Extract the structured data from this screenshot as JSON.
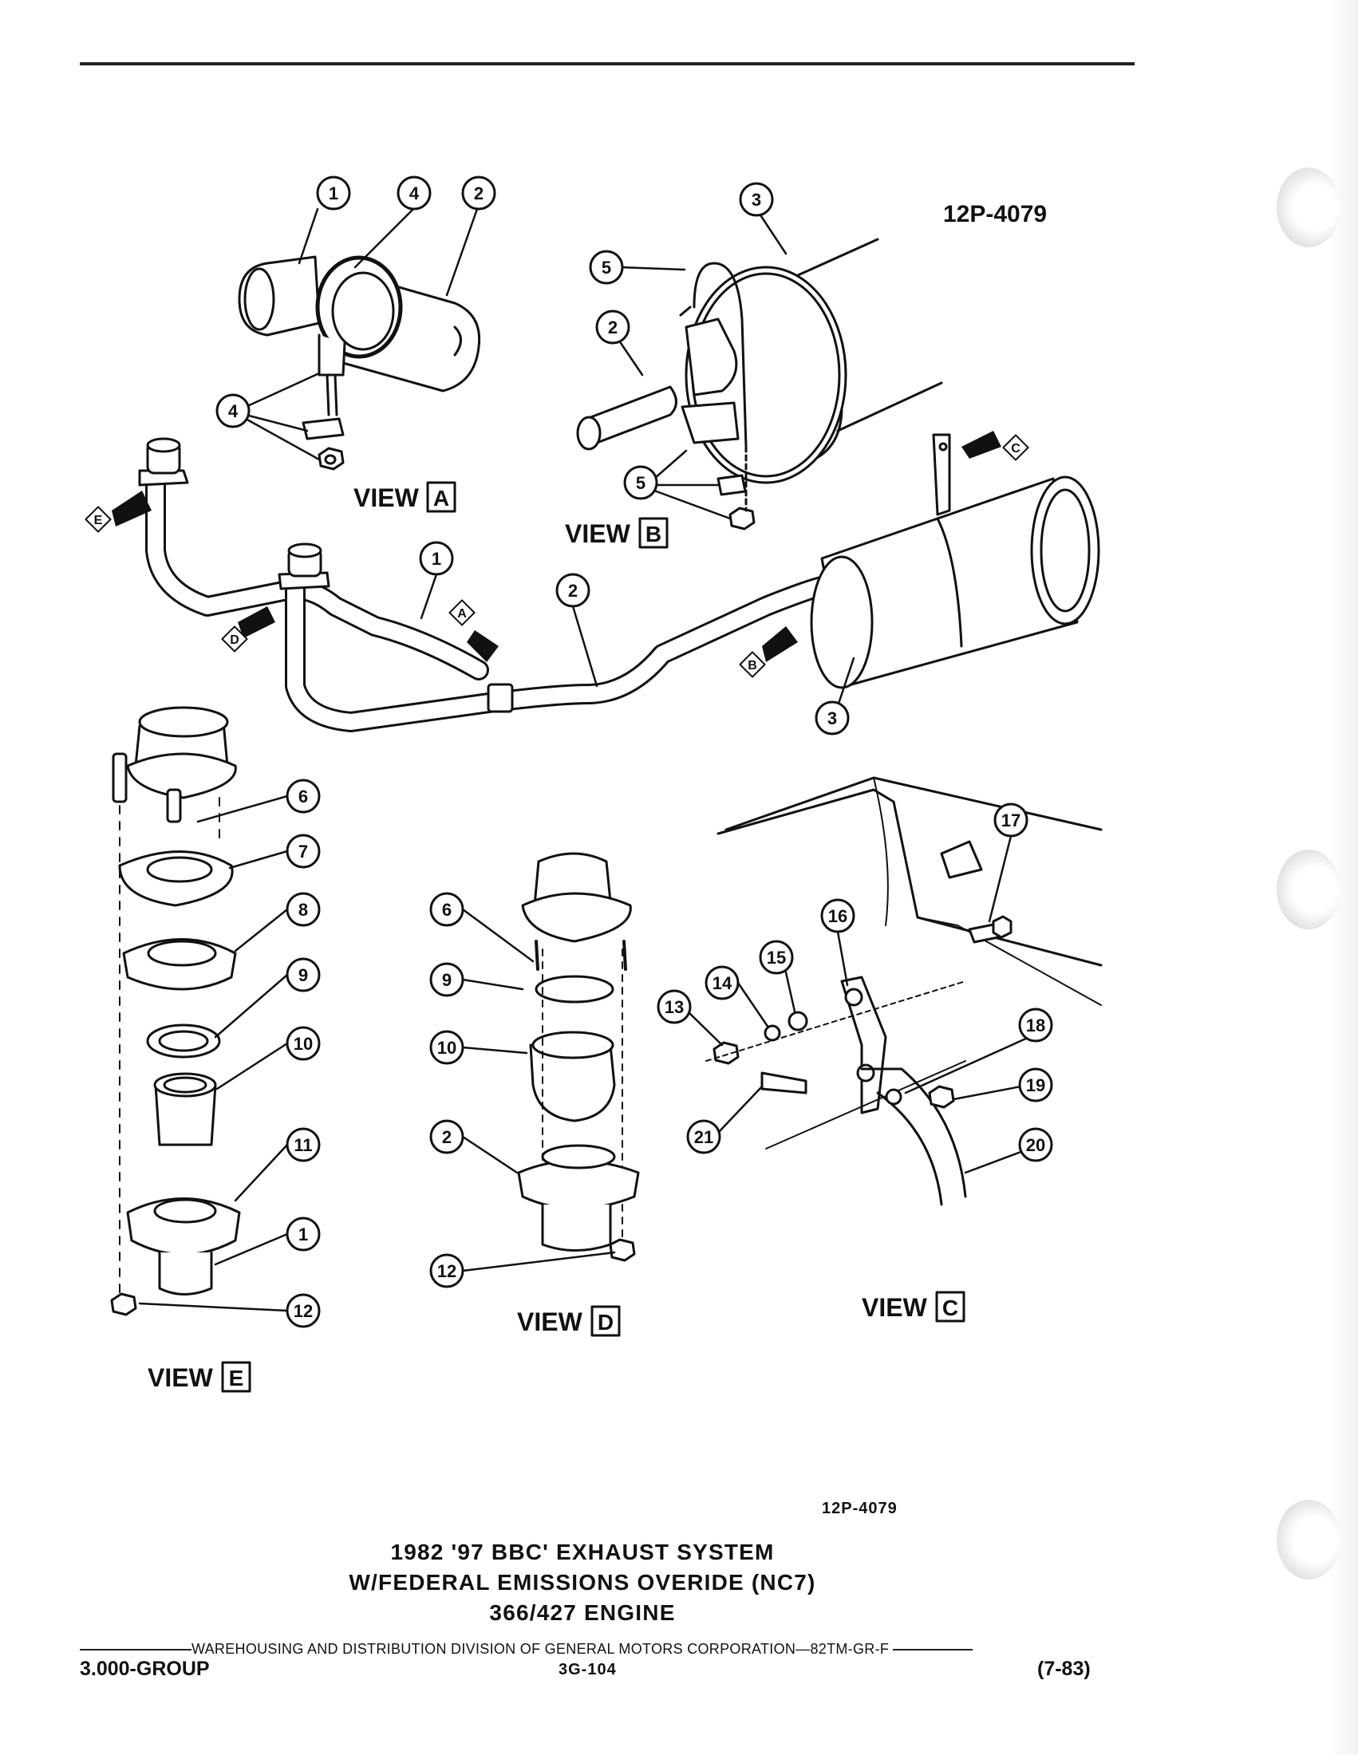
{
  "figure_code": "12P-4079",
  "callouts": {
    "n1": "1",
    "n2": "2",
    "n3": "3",
    "n4": "4",
    "n5": "5",
    "n6": "6",
    "n7": "7",
    "n8": "8",
    "n9": "9",
    "n10": "10",
    "n11": "11",
    "n12": "12",
    "n13": "13",
    "n14": "14",
    "n15": "15",
    "n16": "16",
    "n17": "17",
    "n18": "18",
    "n19": "19",
    "n20": "20",
    "n21": "21"
  },
  "views": {
    "prefix": "VIEW",
    "a": "A",
    "b": "B",
    "c": "C",
    "d": "D",
    "e": "E"
  },
  "caption": {
    "line1": "1982 '97 BBC' EXHAUST SYSTEM",
    "line2": "W/FEDERAL EMISSIONS OVERIDE (NC7)",
    "line3": "366/427 ENGINE"
  },
  "footer": {
    "division": "WAREHOUSING AND DISTRIBUTION  DIVISION OF GENERAL MOTORS CORPORATION—82TM-GR-F",
    "group": "3.000-GROUP",
    "page": "3G-104",
    "revision": "(7-83)"
  }
}
